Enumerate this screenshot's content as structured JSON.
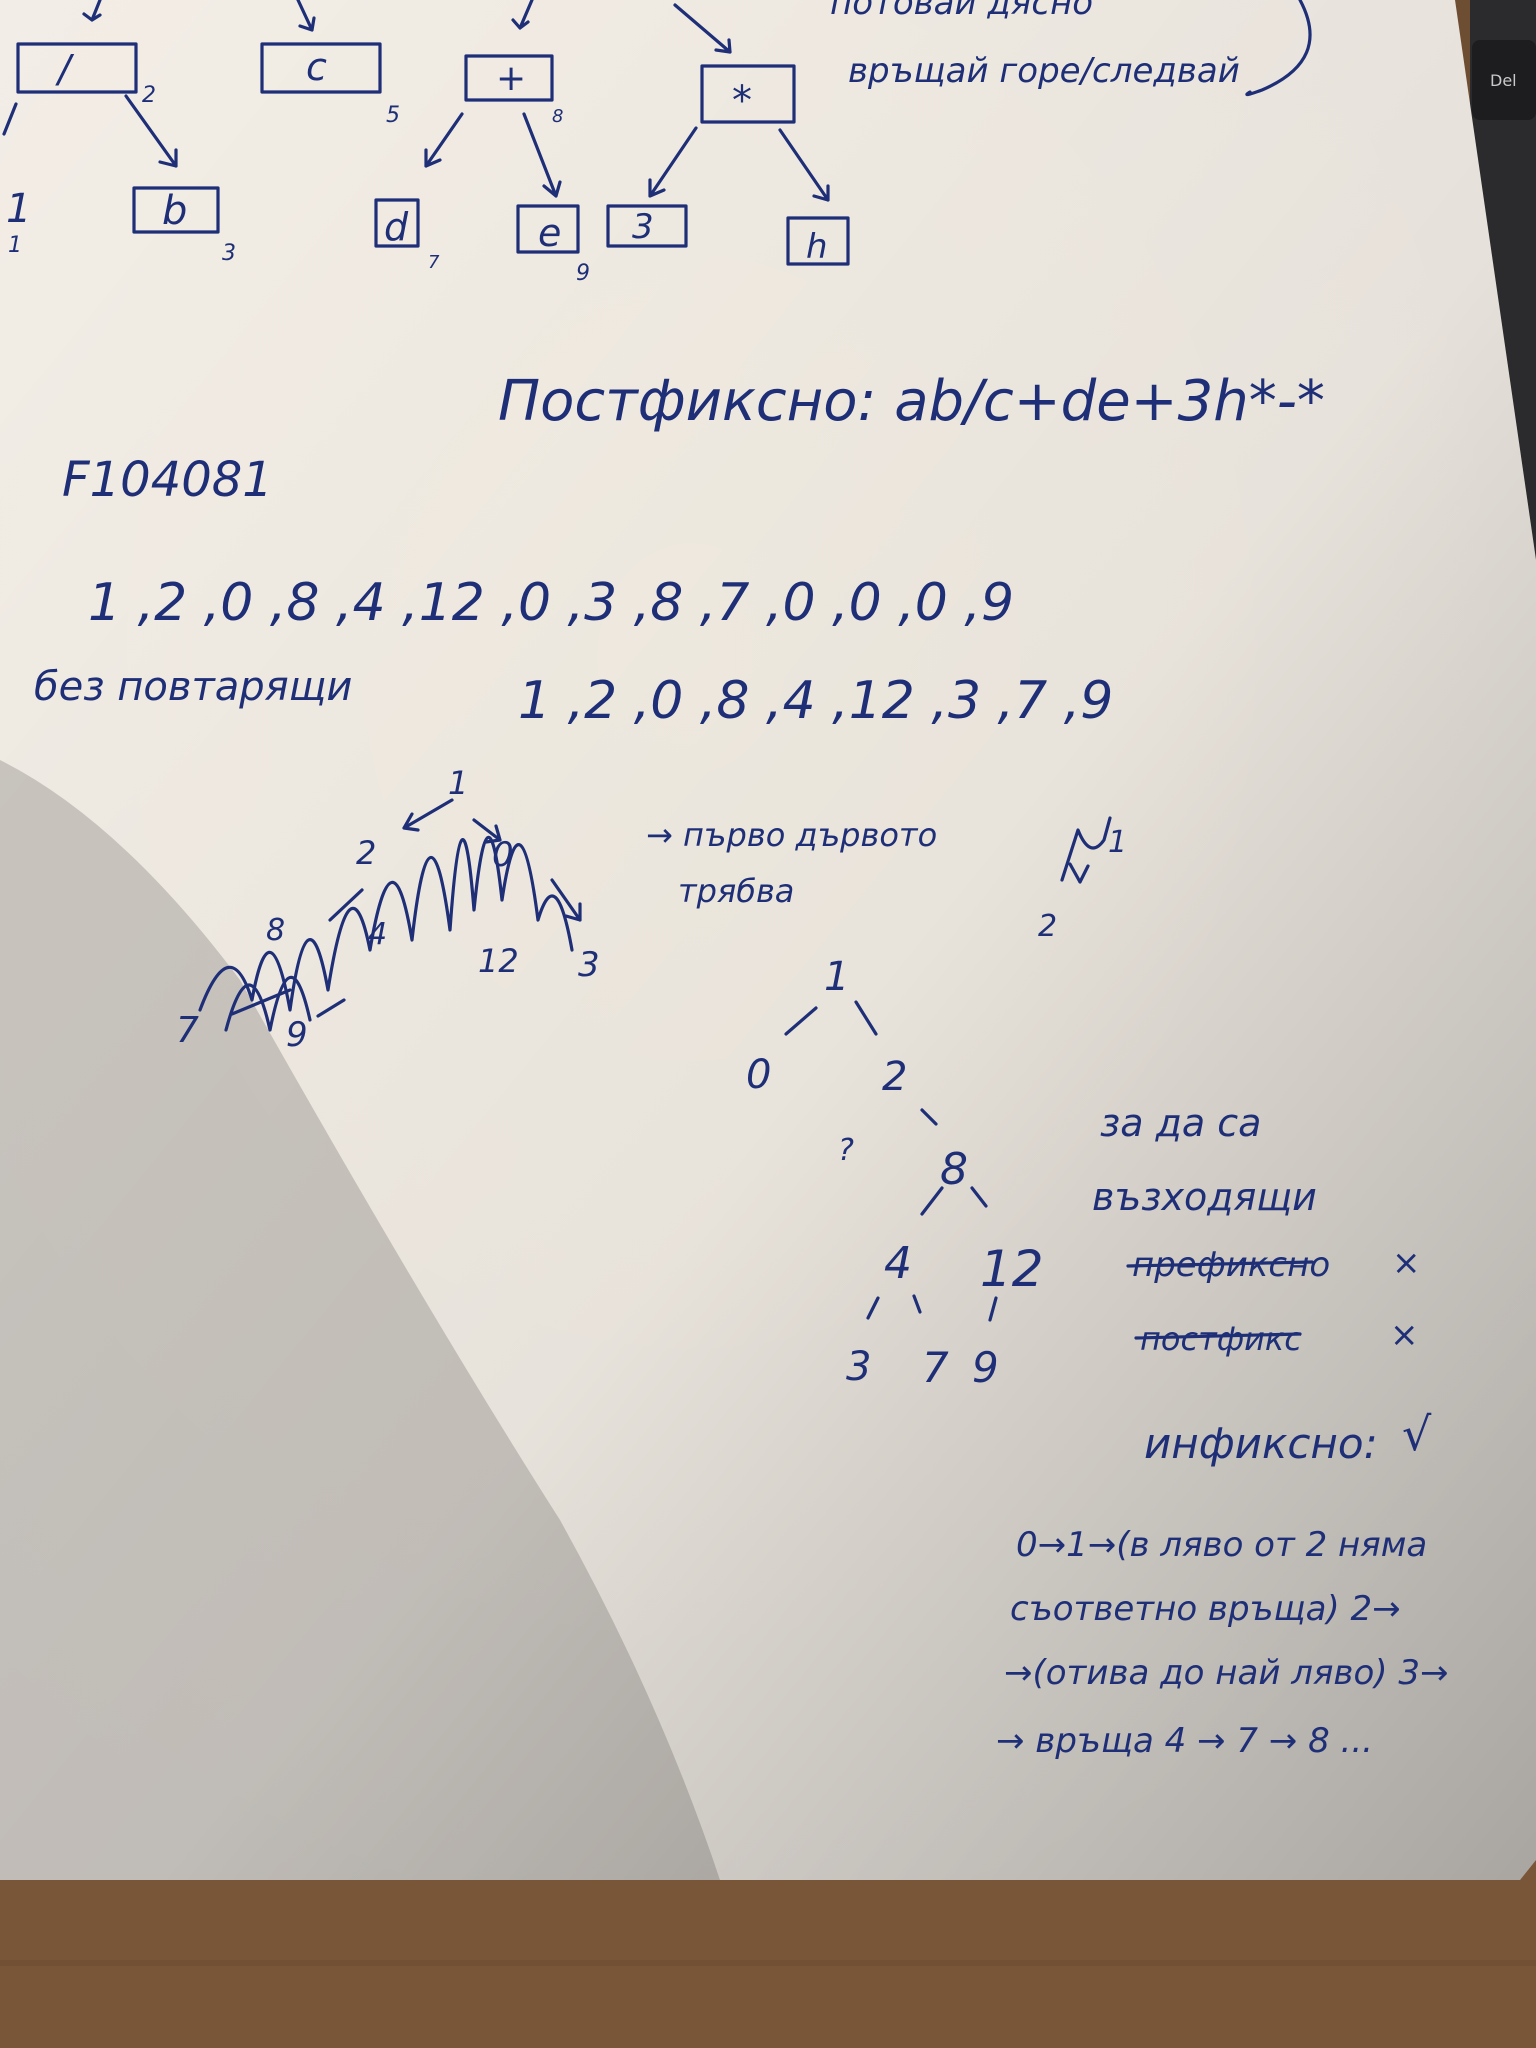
{
  "postfix_line": "Постфиксно: ab/c+de+3h*-*",
  "top_note_fragment": "потовай дясно",
  "top_note_line": "връщай горе/следвай",
  "keyboard_key": "Del",
  "expr_tree_nodes": [
    "/",
    "c",
    "+",
    "*",
    "b",
    "d",
    "e",
    "3",
    "h",
    "1"
  ],
  "expr_tree_indices": [
    "2",
    "5",
    "8",
    "3",
    "7",
    "9",
    "1"
  ],
  "student_id": "F104081",
  "sequence": "1 ,2 ,0 ,8 ,4 ,12 ,0 ,3 ,8 ,7 ,0 ,0 ,0 ,9",
  "no_repeat_label": "без повтарящи",
  "no_repeat_seq": "1 ,2 ,0 ,8 ,4 ,12 ,3 ,7 ,9",
  "tree_note_line1": "→ първо дървото",
  "tree_note_line2": "трябва",
  "ascending_note_line1": "за да са",
  "ascending_note_line2": "възходящи",
  "prefix_label": "префиксно",
  "postfix_short_label": "постфикс",
  "infix_label": "инфиксно:",
  "cross_mark": "×",
  "check_mark": "√",
  "question_mark": "?",
  "bst_nodes": [
    "1",
    "0",
    "2",
    "8",
    "4",
    "12",
    "3",
    "7",
    "9"
  ],
  "sketch_labels": [
    "1",
    "2",
    "0",
    "8",
    "4",
    "12",
    "3",
    "7",
    "9"
  ],
  "small_sketch": [
    "1",
    "2"
  ],
  "walk_line1": "0→1→(в ляво от 2 няма",
  "walk_line2": "съответно връща) 2→",
  "walk_line3": "→(отива до най ляво) 3→",
  "walk_line4": "→ връща 4 → 7 → 8 ..."
}
